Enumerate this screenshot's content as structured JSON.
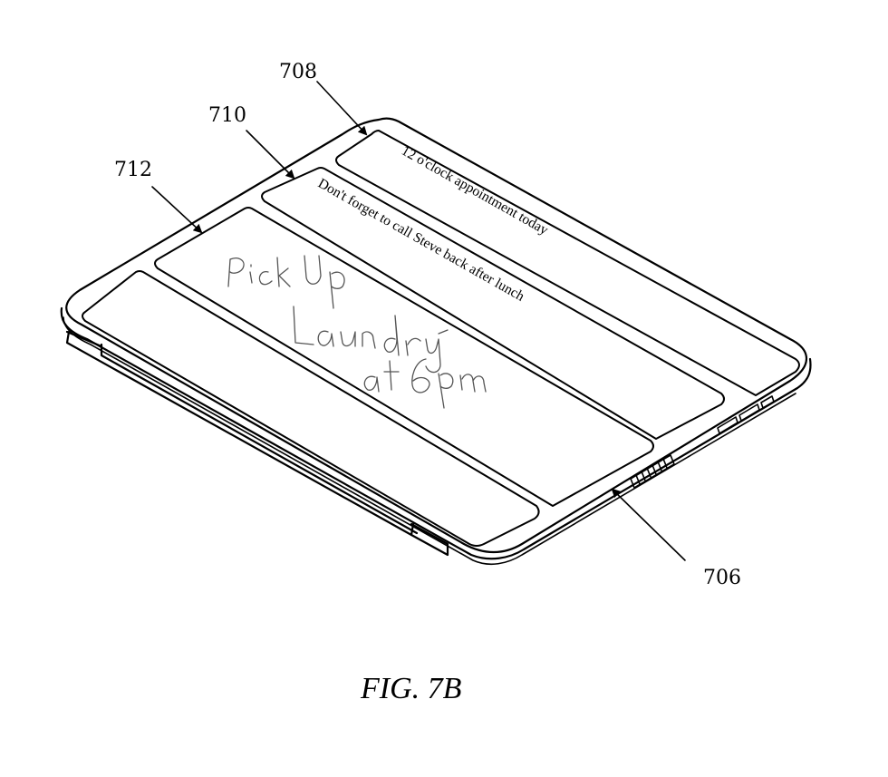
{
  "figure": {
    "caption": "FIG. 7B",
    "reference_numerals": {
      "cover_flap": "708",
      "middle_flap": "710",
      "handwriting_flap": "712",
      "device": "706"
    },
    "notes": {
      "appointment": "12 o'clock appointment today",
      "reminder": "Don't forget to call Steve back after lunch",
      "handwritten": "Pick Up Laundry at 6pm"
    }
  }
}
